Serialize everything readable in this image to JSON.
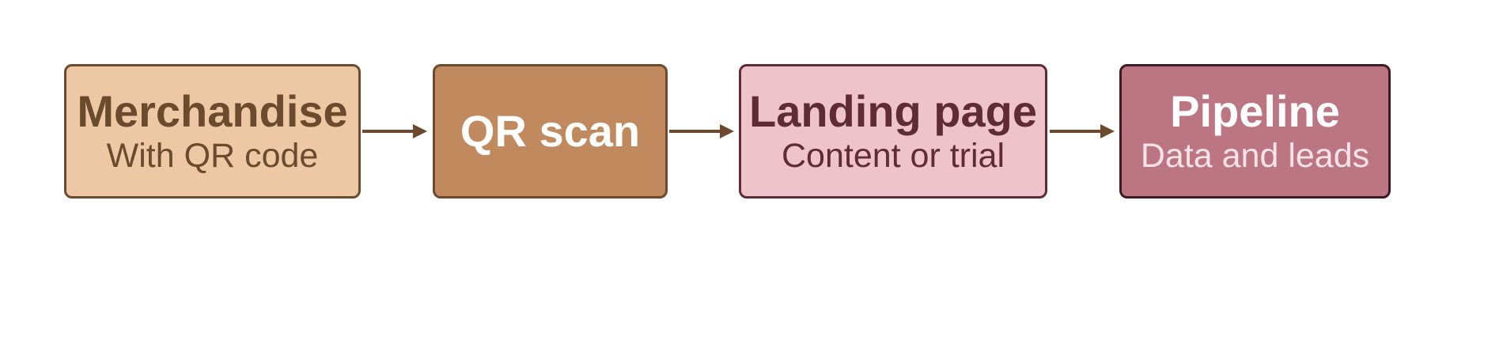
{
  "diagram": {
    "nodes": [
      {
        "title": "Merchandise",
        "subtitle": "With QR code",
        "fill": "#ECC9A4",
        "border": "#6B4A2E",
        "title_color": "#6B4A2E",
        "subtitle_color": "#6B4A2E"
      },
      {
        "title": "QR scan",
        "subtitle": "",
        "fill": "#C08A5E",
        "border": "#6B4A2E",
        "title_color": "#FFFFFF",
        "subtitle_color": "#FFFFFF"
      },
      {
        "title": "Landing page",
        "subtitle": "Content or trial",
        "fill": "#EFC3CC",
        "border": "#5E2B36",
        "title_color": "#5E2B36",
        "subtitle_color": "#5E2B36"
      },
      {
        "title": "Pipeline",
        "subtitle": "Data and leads",
        "fill": "#BC7683",
        "border": "#3E1B23",
        "title_color": "#FFFFFF",
        "subtitle_color": "#F6E3E7"
      }
    ],
    "arrow_color": "#6B4A2E"
  }
}
